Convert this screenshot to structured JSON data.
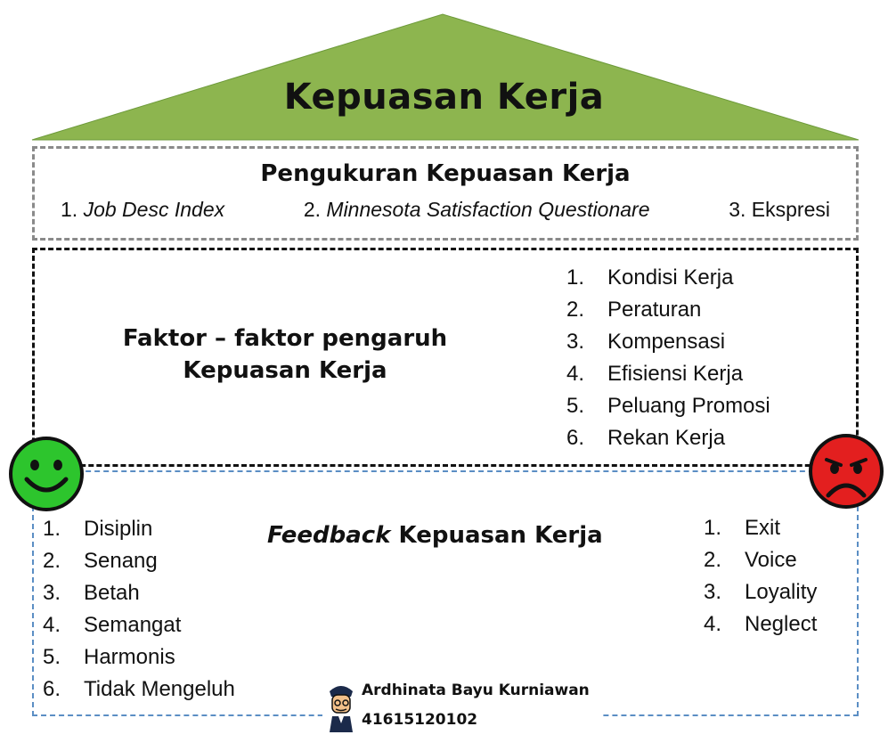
{
  "roof": {
    "title": "Kepuasan Kerja",
    "color": "#8db54f"
  },
  "measurement": {
    "title": "Pengukuran Kepuasan Kerja",
    "items": [
      {
        "num": "1.",
        "label": "Job Desc Index"
      },
      {
        "num": "2.",
        "label": "Minnesota Satisfaction Questionare"
      },
      {
        "num": "3.",
        "label": "Ekspresi"
      }
    ]
  },
  "factors": {
    "title_line1": "Faktor – faktor pengaruh",
    "title_line2": "Kepuasan Kerja",
    "items": [
      {
        "num": "1.",
        "label": "Kondisi Kerja"
      },
      {
        "num": "2.",
        "label": "Peraturan"
      },
      {
        "num": "3.",
        "label": "Kompensasi"
      },
      {
        "num": "4.",
        "label": "Efisiensi Kerja"
      },
      {
        "num": "5.",
        "label": "Peluang Promosi"
      },
      {
        "num": "6.",
        "label": "Rekan Kerja"
      }
    ]
  },
  "feedback": {
    "title_italic": "Feedback",
    "title_rest": " Kepuasan Kerja",
    "positive": [
      {
        "num": "1.",
        "label": "Disiplin"
      },
      {
        "num": "2.",
        "label": "Senang"
      },
      {
        "num": "3.",
        "label": "Betah"
      },
      {
        "num": "4.",
        "label": "Semangat"
      },
      {
        "num": "5.",
        "label": "Harmonis"
      },
      {
        "num": "6.",
        "label": "Tidak Mengeluh"
      }
    ],
    "negative": [
      {
        "num": "1.",
        "label": "Exit"
      },
      {
        "num": "2.",
        "label": "Voice"
      },
      {
        "num": "3.",
        "label": "Loyality"
      },
      {
        "num": "4.",
        "label": "Neglect"
      }
    ]
  },
  "faces": {
    "happy": "happy-face-icon",
    "sad": "sad-face-icon",
    "happy_color": "#2dc52d",
    "sad_color": "#e31f1f"
  },
  "author": {
    "name": "Ardhinata Bayu Kurniawan",
    "nim": "41615120102"
  }
}
